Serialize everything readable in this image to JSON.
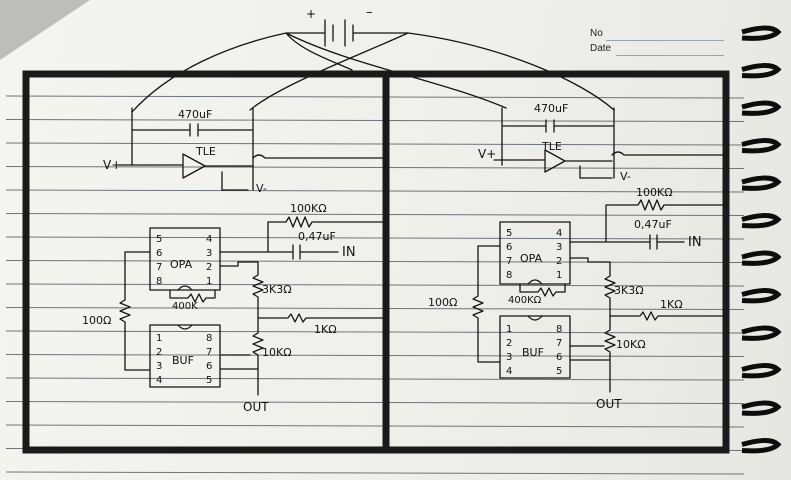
{
  "header": {
    "no_label": "No",
    "date_label": "Date"
  },
  "battery": {
    "plus": "+",
    "minus": "–"
  },
  "labels": {
    "cap_470": "470uF",
    "v_plus": "V+",
    "v_minus": "V-",
    "tle": "TLE",
    "r_100k": "100KΩ",
    "cap_047": "0,47uF",
    "input": "IN",
    "opa": "OPA",
    "buf": "BUF",
    "r_400k": "400K",
    "r_400k_right": "400KΩ",
    "r_3k3": "3K3Ω",
    "r_100": "100Ω",
    "r_1k": "1KΩ",
    "r_10k": "10KΩ",
    "output": "OUT"
  },
  "pins": {
    "opa_left": [
      "5",
      "6",
      "7",
      "8"
    ],
    "opa_right": [
      "4",
      "3",
      "2",
      "1"
    ],
    "buf_left": [
      "1",
      "2",
      "3",
      "4"
    ],
    "buf_right": [
      "8",
      "7",
      "6",
      "5"
    ]
  }
}
